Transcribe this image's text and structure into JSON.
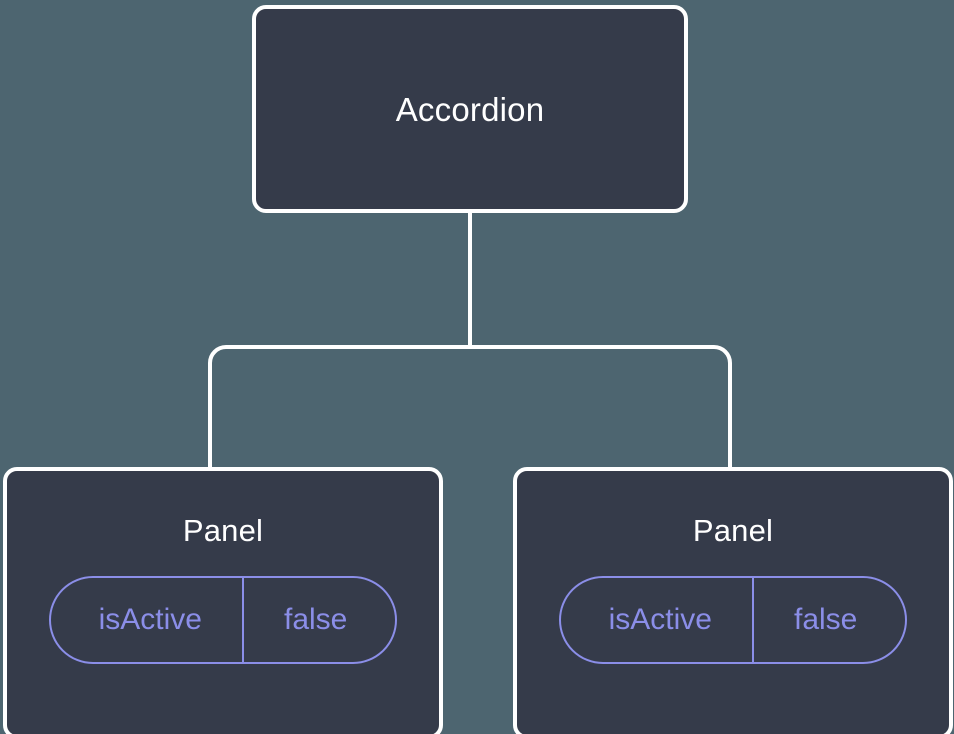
{
  "diagram": {
    "title_text": "Accordion",
    "background_color": "#4d6570",
    "node_fill_color": "#353b4a",
    "node_border_color": "#ffffff",
    "accent_color": "#8b8ee8",
    "edge_color": "#ffffff"
  },
  "root": {
    "label": "Accordion"
  },
  "panels": [
    {
      "label": "Panel",
      "prop_key": "isActive",
      "prop_value": "false"
    },
    {
      "label": "Panel",
      "prop_key": "isActive",
      "prop_value": "false"
    }
  ]
}
